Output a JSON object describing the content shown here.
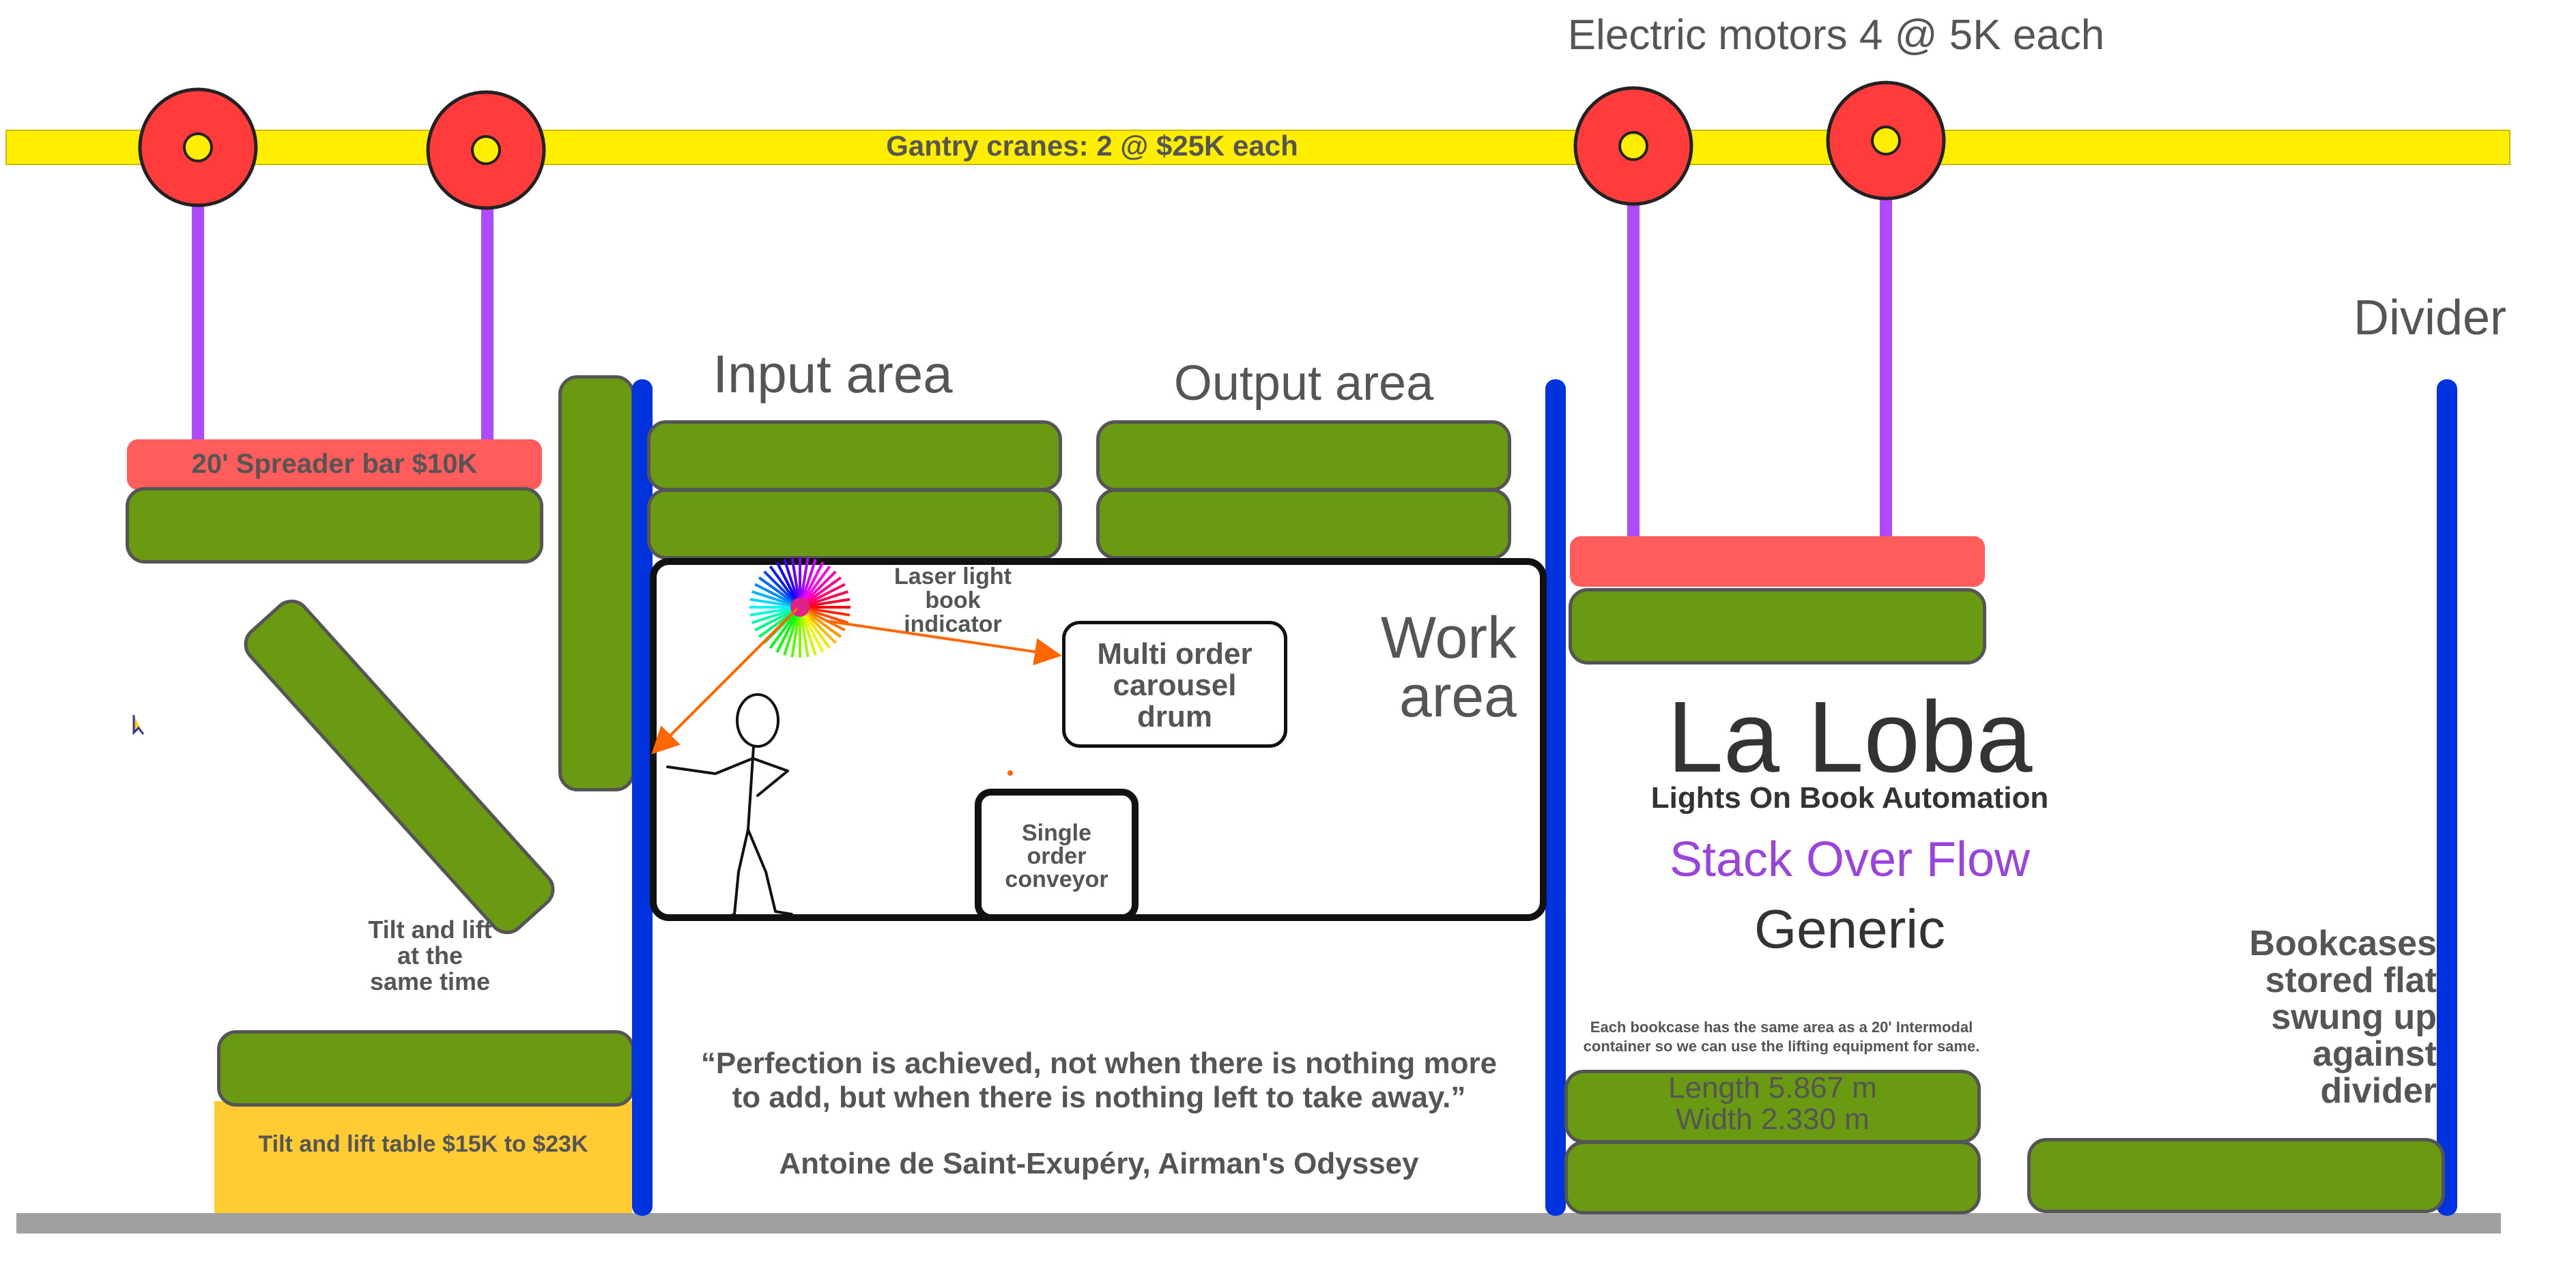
{
  "labels": {
    "motors": "Electric motors 4 @ 5K each",
    "gantry": "Gantry cranes:  2 @ $25K each",
    "spreader_left": "20' Spreader bar $10K",
    "input_area": "Input area",
    "output_area": "Output area",
    "work_area": "Work\narea",
    "laser": "Laser light\nbook\nindicator",
    "carousel": "Multi order\ncarousel\ndrum",
    "conveyor": "Single\norder\nconveyor",
    "tilt_note": "Tilt and lift\nat the\nsame time",
    "tilt_table": "Tilt and lift table $15K to $23K",
    "quote": "“Perfection is achieved, not when there is nothing more\nto add, but when there is nothing left to take away.”",
    "quote_author": "Antoine de Saint-Exupéry, Airman's Odyssey",
    "divider": "Divider",
    "bookcases": "Bookcases\nstored flat\nswung up\nagainst\ndivider",
    "container_note": "Each bookcase has the same  area as a 20' Intermodal\ncontainer so we can  use the lifting equipment for same.",
    "length": "Length     5.867 m",
    "width": "Width     2.330 m"
  },
  "brand": {
    "title": "La Loba",
    "subtitle": "Lights On Book Automation",
    "tagline": "Stack Over Flow",
    "generic": "Generic"
  },
  "colors": {
    "crane_rail": "#ffee00",
    "motor": "#ff3b3b",
    "cable": "#b04aff",
    "bookcase": "#6a9a12",
    "spreader_bar": "#ff5c5c",
    "divider_pole": "#0033dd",
    "tilt_table": "#ffcc33",
    "floor": "#a0a0a0",
    "laser_arrow": "#ff6600",
    "tagline": "#9a44dd"
  },
  "icons": [
    "laser-burst-icon",
    "stick-figure-icon",
    "motor-wheel-icon",
    "cursor-icon"
  ]
}
